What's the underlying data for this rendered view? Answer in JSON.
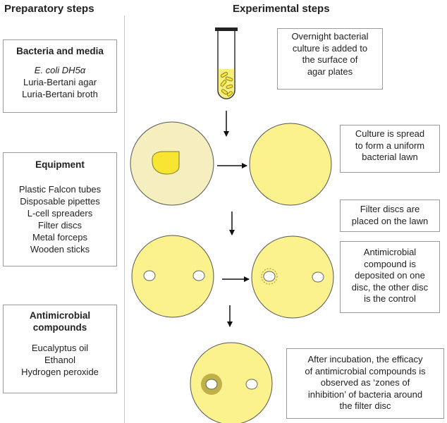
{
  "headers": {
    "left": "Preparatory steps",
    "right": "Experimental steps"
  },
  "preparatory": {
    "bacteria": {
      "title": "Bacteria and media",
      "items": [
        "E. coli DH5α",
        "Luria-Bertani agar",
        "Luria-Bertani broth"
      ]
    },
    "equipment": {
      "title": "Equipment",
      "items": [
        "Plastic Falcon tubes",
        "Disposable pipettes",
        "L-cell spreaders",
        "Filter discs",
        "Metal forceps",
        "Wooden sticks"
      ]
    },
    "compounds": {
      "title_lines": [
        "Antimicrobial",
        "compounds"
      ],
      "items": [
        "Eucalyptus oil",
        "Ethanol",
        "Hydrogen peroxide"
      ]
    }
  },
  "experimental": {
    "step1": [
      "Overnight bacterial",
      "culture is added to",
      "the surface of",
      "agar plates"
    ],
    "step2": [
      "Culture is spread",
      "to form a uniform",
      "bacterial lawn"
    ],
    "step3": [
      "Filter discs are",
      "placed on the lawn"
    ],
    "step4": [
      "Antimicrobial",
      "compound is",
      "deposited on one",
      "disc, the other disc",
      "is the control"
    ],
    "step5": [
      "After incubation, the efficacy",
      "of antimicrobial compounds is",
      "observed as ‘zones of",
      "inhibition’ of bacteria around",
      "the filter disc"
    ]
  },
  "colors": {
    "agar": "#fbf28e",
    "agar_pale": "#f5efc0",
    "culture": "#f7e433",
    "zone": "#bfb04a",
    "border": "#9a9a9a"
  }
}
